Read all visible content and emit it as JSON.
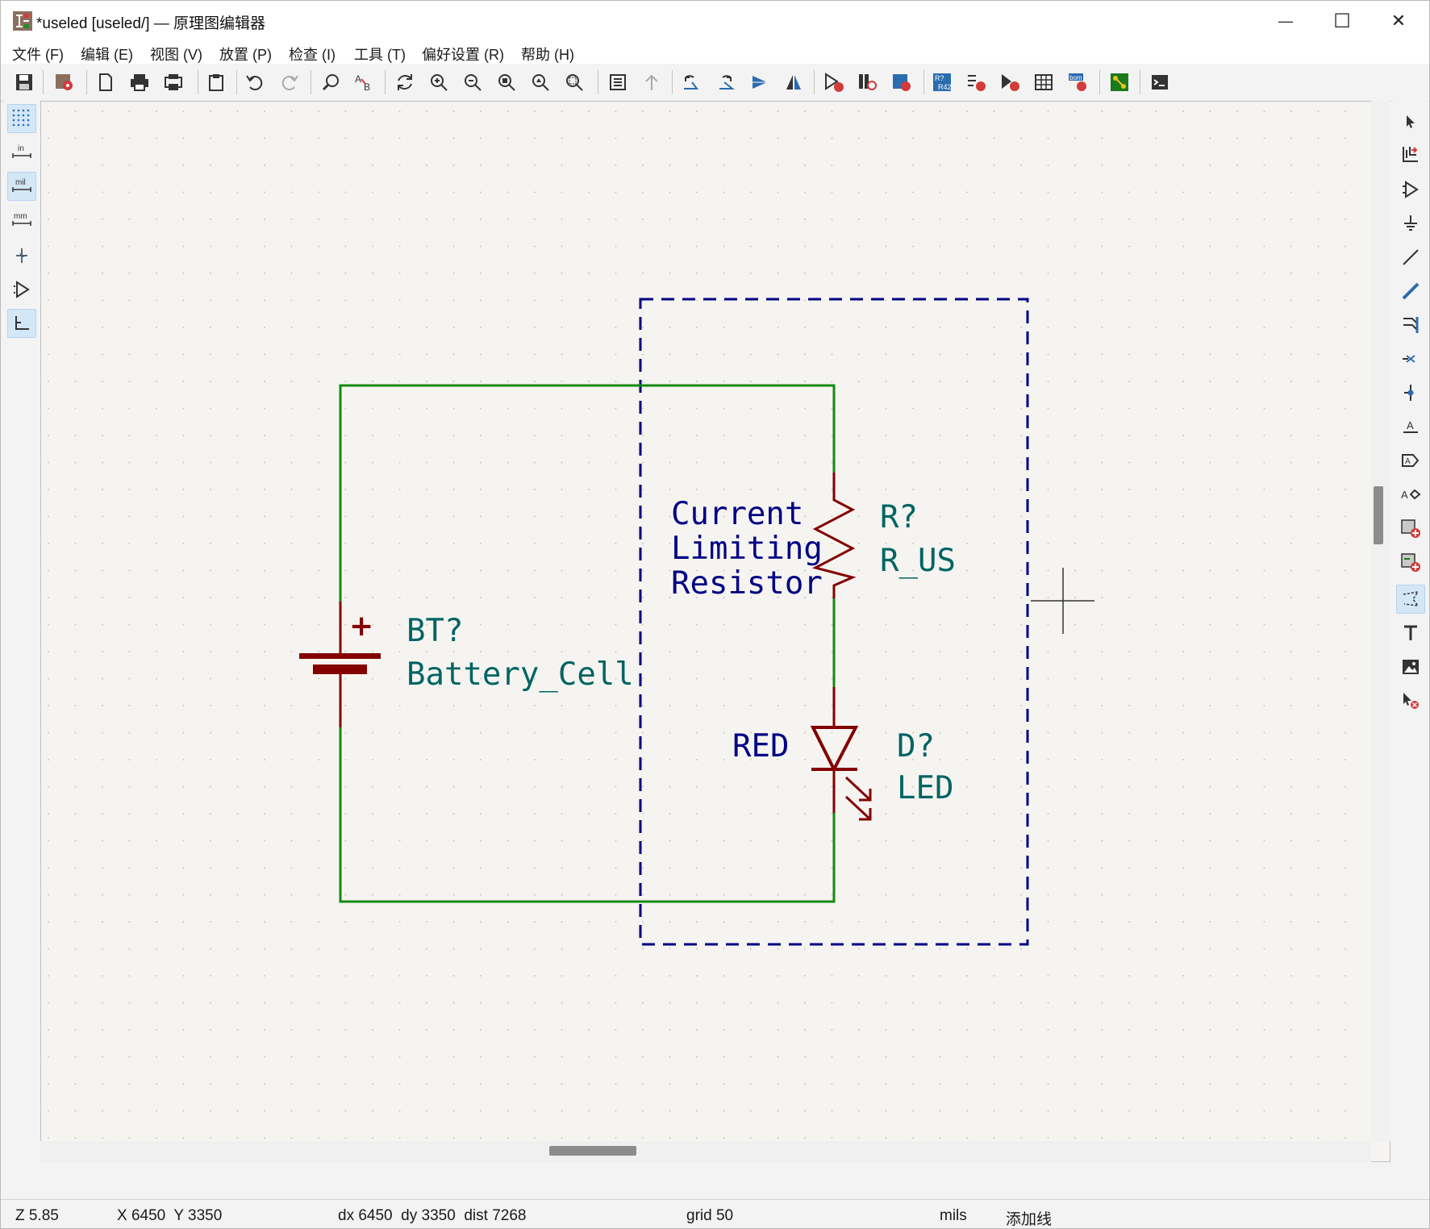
{
  "window": {
    "title": "*useled [useled/] — 原理图编辑器",
    "controls": {
      "minimize": "—",
      "maximize": "☐",
      "close": "✕"
    }
  },
  "menu": [
    "文件 (F)",
    "编辑 (E)",
    "视图 (V)",
    "放置 (P)",
    "检查 (I)",
    "工具 (T)",
    "偏好设置 (R)",
    "帮助 (H)"
  ],
  "left_toolbar": {
    "items": [
      {
        "icon": "grid-icon",
        "active": true
      },
      {
        "icon": "inch-units-icon",
        "label": "in",
        "active": false
      },
      {
        "icon": "mil-units-icon",
        "label": "mil",
        "active": true
      },
      {
        "icon": "mm-units-icon",
        "label": "mm",
        "active": false
      },
      {
        "icon": "cursor-crosshair-icon",
        "active": false
      },
      {
        "icon": "hidden-pins-icon",
        "active": false
      },
      {
        "icon": "line-mode-icon",
        "active": true
      }
    ]
  },
  "schematic": {
    "text_note": [
      "Current",
      "Limiting",
      "Resistor"
    ],
    "battery": {
      "reference": "BT?",
      "value": "Battery_Cell",
      "polarity": "+"
    },
    "resistor": {
      "reference": "R?",
      "value": "R_US"
    },
    "led": {
      "reference": "D?",
      "value": "LED",
      "color_note": "RED"
    },
    "colors": {
      "wire": "#138a13",
      "symbol": "#840000",
      "field": "#006464",
      "note": "#000084",
      "dashed_box": "#000084",
      "canvas_bg": "#f5f4f0",
      "grid_dot": "#c8c8c8"
    }
  },
  "status": {
    "zoom": "Z 5.85",
    "position": "X 6450  Y 3350",
    "delta": "dx 6450  dy 3350  dist 7268",
    "grid": "grid 50",
    "units": "mils",
    "mode": "添加线"
  }
}
